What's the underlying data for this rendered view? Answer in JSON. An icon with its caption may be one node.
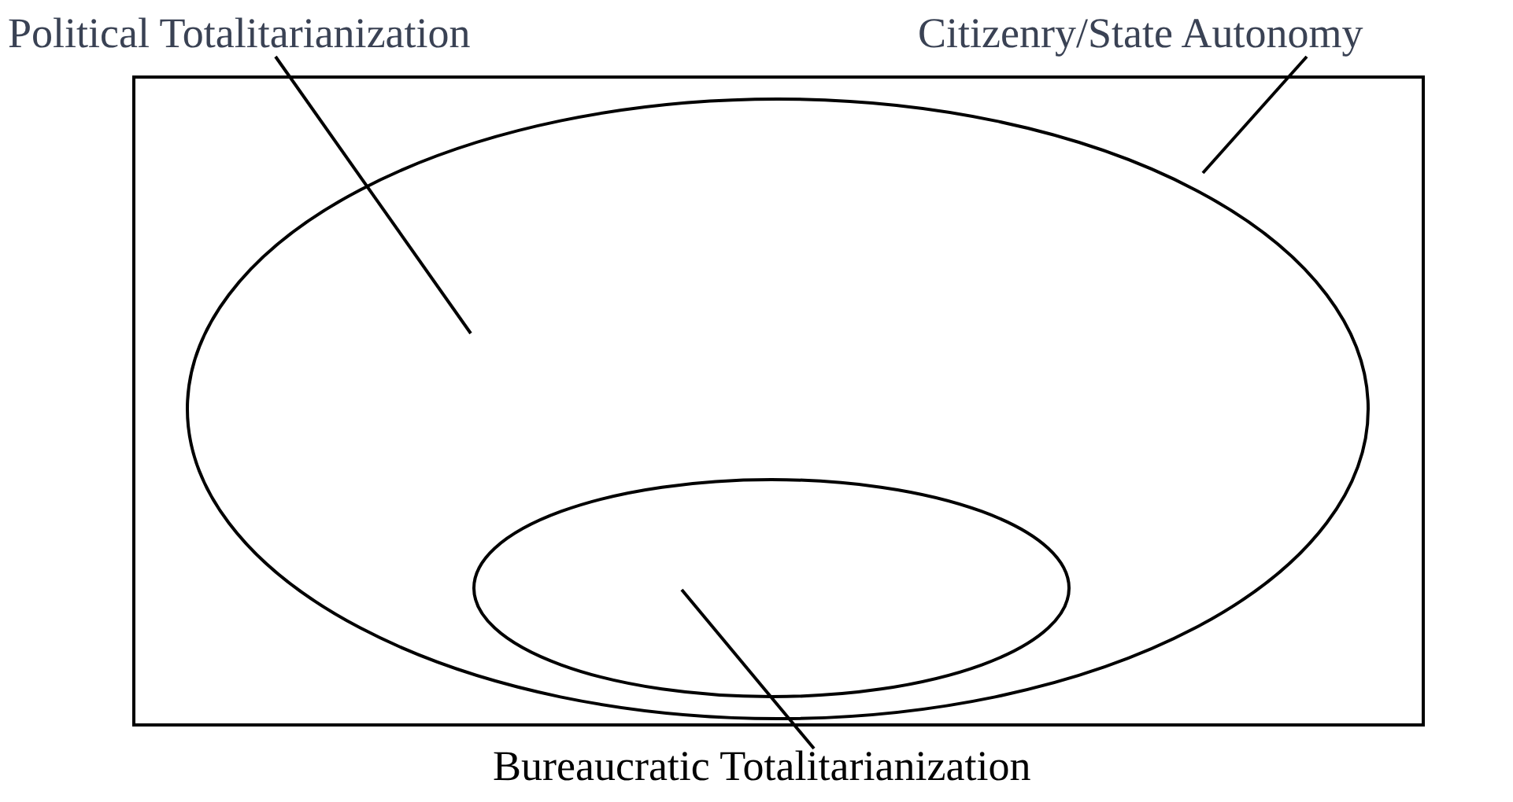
{
  "diagram": {
    "nodes": [
      {
        "text": [
          "Political Totalitarianization"
        ]
      },
      {
        "text": [
          "Citizenry/State Autonomy"
        ]
      },
      {
        "text": [
          "Bureaucratic Totalitarianization"
        ]
      },
      {
        "text": [],
        "shape": "box"
      },
      {
        "text": [],
        "shape": "ellipse",
        "in": 3
      },
      {
        "text": [],
        "shape": "ellipse",
        "in": 4
      }
    ],
    "edges": [
      {
        "from": 0,
        "to": 4,
        "arrow": "none"
      },
      {
        "from": 1,
        "to": 3,
        "arrow": "none"
      },
      {
        "from": 2,
        "to": 5,
        "arrow": "none"
      }
    ]
  }
}
